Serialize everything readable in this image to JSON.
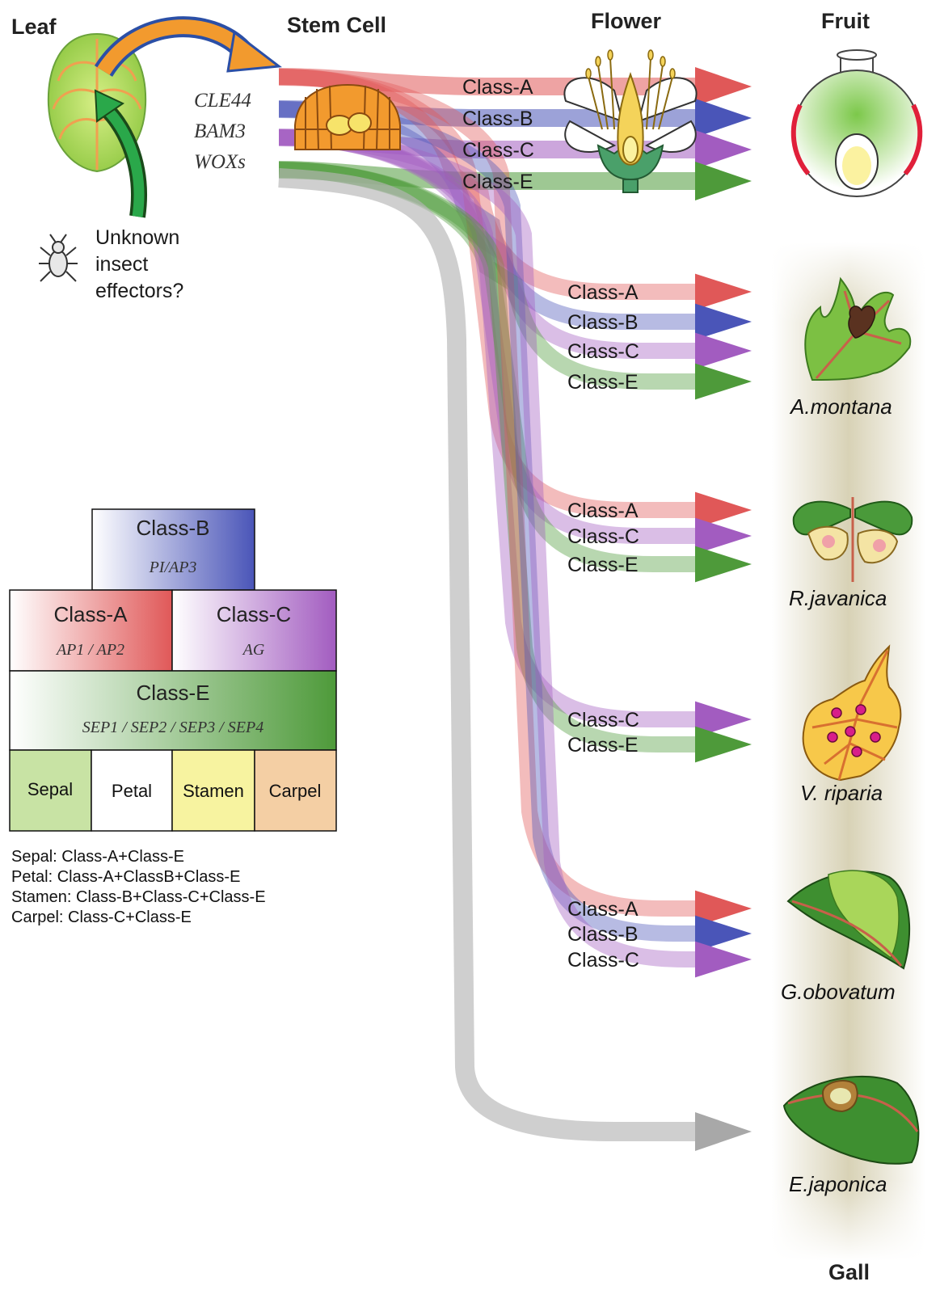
{
  "headers": {
    "leaf": "Leaf",
    "stem_cell": "Stem Cell",
    "flower": "Flower",
    "fruit": "Fruit",
    "gall": "Gall"
  },
  "genes": [
    "CLE44",
    "BAM3",
    "WOXs"
  ],
  "insect_note": [
    "Unknown",
    "insect",
    "effectors?"
  ],
  "flower_classes": [
    "Class-A",
    "Class-B",
    "Class-C",
    "Class-E"
  ],
  "galls": [
    {
      "species": "A.montana",
      "classes": [
        "Class-A",
        "Class-B",
        "Class-C",
        "Class-E"
      ]
    },
    {
      "species": "R.javanica",
      "classes": [
        "Class-A",
        "Class-C",
        "Class-E"
      ]
    },
    {
      "species": "V. riparia",
      "classes": [
        "Class-C",
        "Class-E"
      ]
    },
    {
      "species": "G.obovatum",
      "classes": [
        "Class-A",
        "Class-B",
        "Class-C"
      ]
    },
    {
      "species": "E.japonica",
      "classes": []
    }
  ],
  "abc_model": {
    "class_b": {
      "title": "Class-B",
      "genes": "PI/AP3"
    },
    "class_a": {
      "title": "Class-A",
      "genes": "AP1 / AP2"
    },
    "class_c": {
      "title": "Class-C",
      "genes": "AG"
    },
    "class_e": {
      "title": "Class-E",
      "genes": "SEP1 / SEP2 / SEP3 / SEP4"
    },
    "organs": [
      "Sepal",
      "Petal",
      "Stamen",
      "Carpel"
    ]
  },
  "legend": [
    "Sepal: Class-A+Class-E",
    "Petal: Class-A+ClassB+Class-E",
    "Stamen: Class-B+Class-C+Class-E",
    "Carpel: Class-C+Class-E"
  ],
  "colors": {
    "class_a": "#e05858",
    "class_b": "#4a55b8",
    "class_c": "#a25cc0",
    "class_e": "#4e9a3a",
    "unknown": "#b5b5b5",
    "sepal": "#c8e3a4",
    "petal": "#ffffff",
    "stamen": "#f7f3a0",
    "carpel": "#f4cfa4",
    "gall_band": "#d9d3b8"
  }
}
